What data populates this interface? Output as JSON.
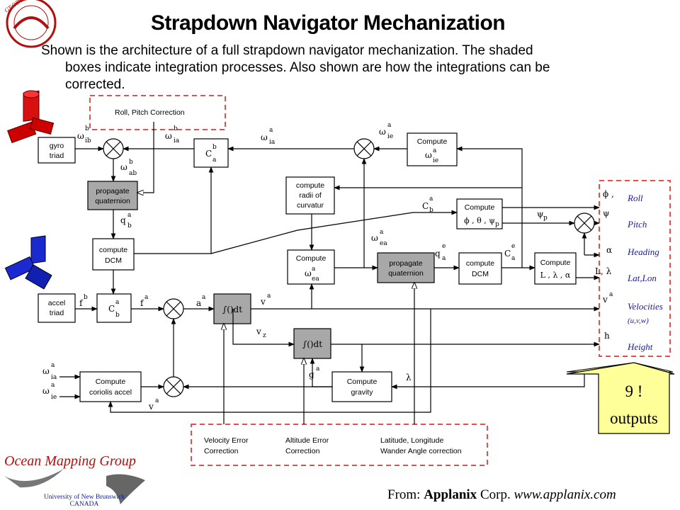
{
  "title": "Strapdown Navigator Mechanization",
  "intro": {
    "line1": "Shown is the architecture of a full strapdown navigator mechanization.  The shaded",
    "line2": "boxes indicate integration processes.  Also shown are how the integrations can be",
    "line3": "corrected."
  },
  "logo_top": {
    "text": "GEODESY AND GEOMATICS"
  },
  "blocks": {
    "gyro": [
      "gyro",
      "triad"
    ],
    "accel": [
      "accel",
      "triad"
    ],
    "propagate_q1": [
      "propagate",
      "quaternion"
    ],
    "compute_dcm1": [
      "compute",
      "DCM"
    ],
    "compute_omega_ie": [
      "Compute"
    ],
    "compute_radii": [
      "compute",
      "radii of",
      "curvatur"
    ],
    "compute_omega_ea": [
      "Compute"
    ],
    "compute_angles": [
      "Compute"
    ],
    "propagate_q2": [
      "propagate",
      "quaternion"
    ],
    "compute_dcm2": [
      "compute",
      "DCM"
    ],
    "compute_llalpha": [
      "Compute"
    ],
    "compute_gravity": [
      "Compute",
      "gravity"
    ],
    "compute_coriolis": [
      "Compute",
      "coriolis accel"
    ],
    "integrator_symbol": "∫()dt"
  },
  "corrections": {
    "roll_pitch": "Roll, Pitch Correction",
    "velocity": [
      "Velocity Error",
      "Correction"
    ],
    "altitude": [
      "Altitude Error",
      "Correction"
    ],
    "latlon": [
      "Latitude, Longitude",
      "Wander Angle correction"
    ]
  },
  "outputs": [
    "Roll",
    "Pitch",
    "Heading",
    "Lat,Lon",
    "Velocities",
    "(u,v,w)",
    "Height"
  ],
  "callout": {
    "line1": "9 !",
    "line2": "outputs"
  },
  "footer": {
    "group": "Ocean Mapping Group",
    "university_line1": "University of New Brunswick",
    "university_line2": "CANADA",
    "credit_prefix": "From: ",
    "credit_company": "Applanix",
    "credit_corp": " Corp. ",
    "credit_url": "www.applanix.com"
  },
  "colors": {
    "shaded_box": "#a8a8a8",
    "correction_border": "#e05050",
    "output_text": "#1a1aa0",
    "callout_fill": "#ffff99"
  }
}
